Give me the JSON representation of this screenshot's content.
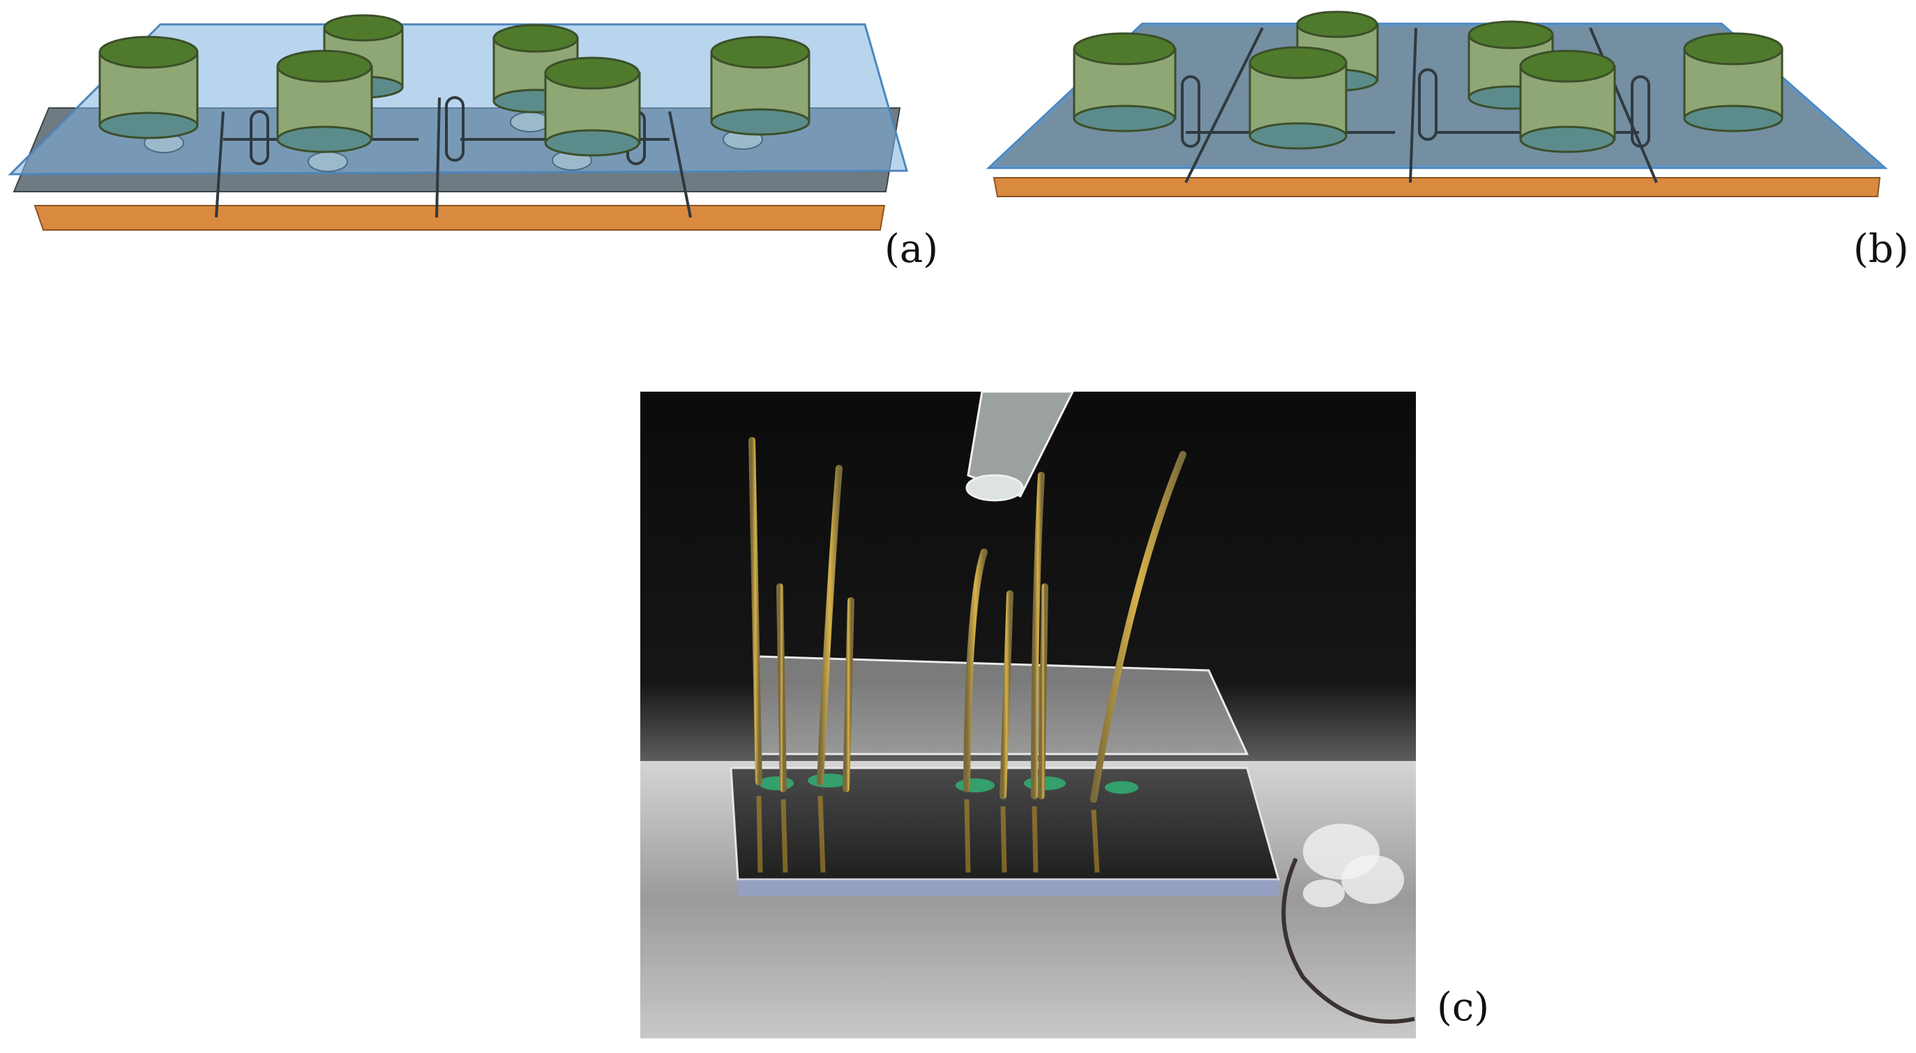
{
  "figure": {
    "panels": [
      {
        "id": "a",
        "label": "(a)",
        "description_kind": "3D chip model with top cover layer and base substrate"
      },
      {
        "id": "b",
        "label": "(b)",
        "description_kind": "3D chip model with thin base substrate"
      },
      {
        "id": "c",
        "label": "(c)",
        "description_kind": "photograph of fabricated chip with inlet tubes"
      }
    ]
  },
  "colors": {
    "cover_blue": "#7fb2e0",
    "substrate_orange": "#d98a3f",
    "chip_grey": "#6f7b82",
    "reservoir_green": "#8fa774",
    "reservoir_inner": "#4f7a2c",
    "photo_bg": "#0c0c0c",
    "tube_gold": "#c9a437"
  }
}
